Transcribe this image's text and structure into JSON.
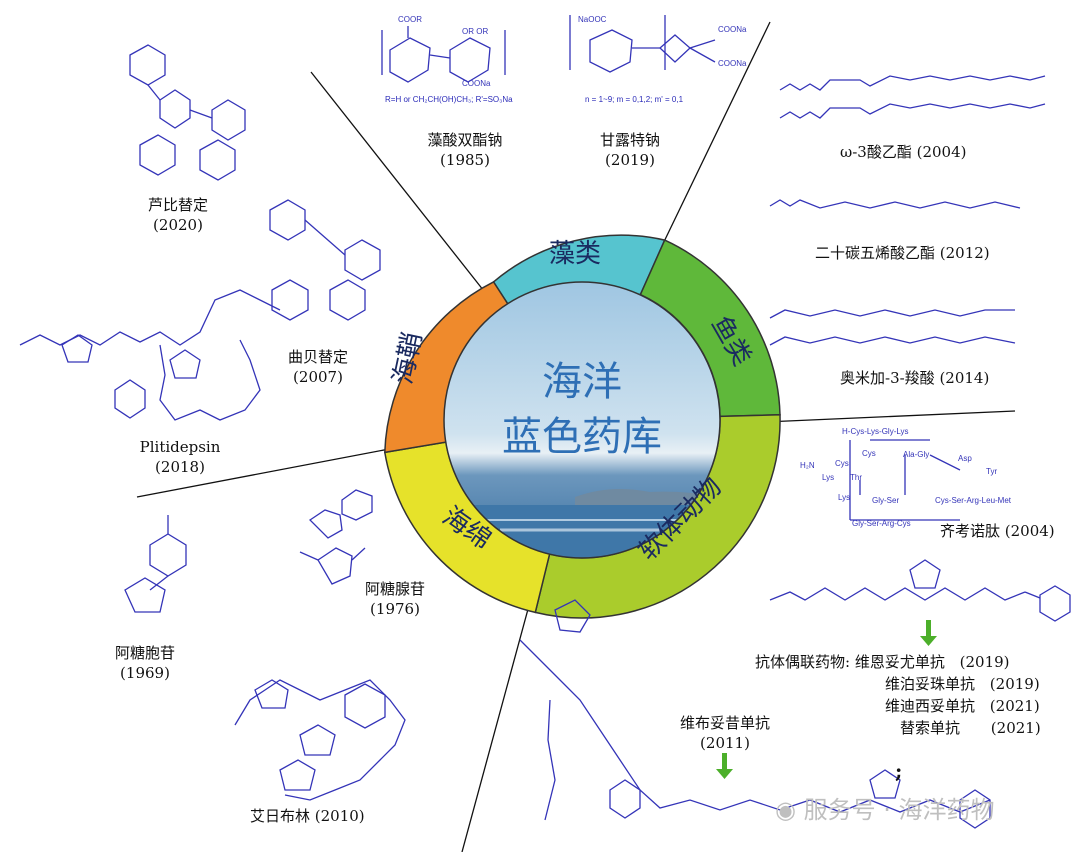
{
  "center": {
    "line1": "海洋",
    "line2": "蓝色药库"
  },
  "ring_segments": [
    {
      "label": "藻类",
      "color": "#56c4cf"
    },
    {
      "label": "鱼类",
      "color": "#5fb83a"
    },
    {
      "label": "软体动物",
      "color": "#aacc2c"
    },
    {
      "label": "海绵",
      "color": "#e6e22a"
    },
    {
      "label": "海鞘",
      "color": "#ef8a2c"
    }
  ],
  "drugs": {
    "alg1": {
      "name": "藻酸双酯钠",
      "year": "(1985)",
      "formula_note": "R=H or CH₂CH(OH)CH₃; R'=SO₃Na"
    },
    "alg2": {
      "name": "甘露特钠",
      "year": "(2019)",
      "formula_note": "n = 1~9; m = 0,1,2; m' = 0,1"
    },
    "fish1": {
      "label": "ω-3酸乙酯 (2004)"
    },
    "fish2": {
      "label": "二十碳五烯酸乙酯 (2012)"
    },
    "fish3": {
      "label": "奥米加-3-羧酸 (2014)"
    },
    "mol1": {
      "label": "齐考诺肽 (2004)"
    },
    "adc": {
      "prefix": "抗体偶联药物:",
      "rows": [
        {
          "name": "维恩妥尤单抗",
          "year": "(2019)"
        },
        {
          "name": "维泊妥珠单抗",
          "year": "(2019)"
        },
        {
          "name": "维迪西妥单抗",
          "year": "(2021)"
        },
        {
          "name": "替索单抗",
          "year": "(2021)"
        }
      ]
    },
    "brentux": {
      "name": "维布妥昔单抗",
      "year": "(2011)"
    },
    "sp1": {
      "name": "阿糖腺苷",
      "year": "(1976)"
    },
    "sp2": {
      "name": "阿糖胞苷",
      "year": "(1969)"
    },
    "sp3": {
      "label": "艾日布林 (2010)"
    },
    "tu1": {
      "name": "芦比替定",
      "year": "(2020)"
    },
    "tu2": {
      "name": "曲贝替定",
      "year": "(2007)"
    },
    "tu3": {
      "name": "Plitidepsin",
      "year": "(2018)"
    }
  },
  "peptide": {
    "l1": "H-Cys-Lys-Gly-Lys",
    "l2": "Ala-Gly",
    "l3": "Asp",
    "l4": "Tyr",
    "l5": "Cys-Ser-Arg-Leu-Met",
    "l6": "Gly-Ser",
    "l7": "Gly-Ser-Arg-Cys",
    "l8": "Lys",
    "l9": "Thr",
    "l10": "Cys",
    "l11": "Cys",
    "l12": "H₂N",
    "l13": "Lys"
  },
  "semicolon": ";",
  "watermark": "服务号 · 海洋药物",
  "colors": {
    "line": "#111111",
    "chem": "#3434b8",
    "arrow": "#4caf2a"
  }
}
